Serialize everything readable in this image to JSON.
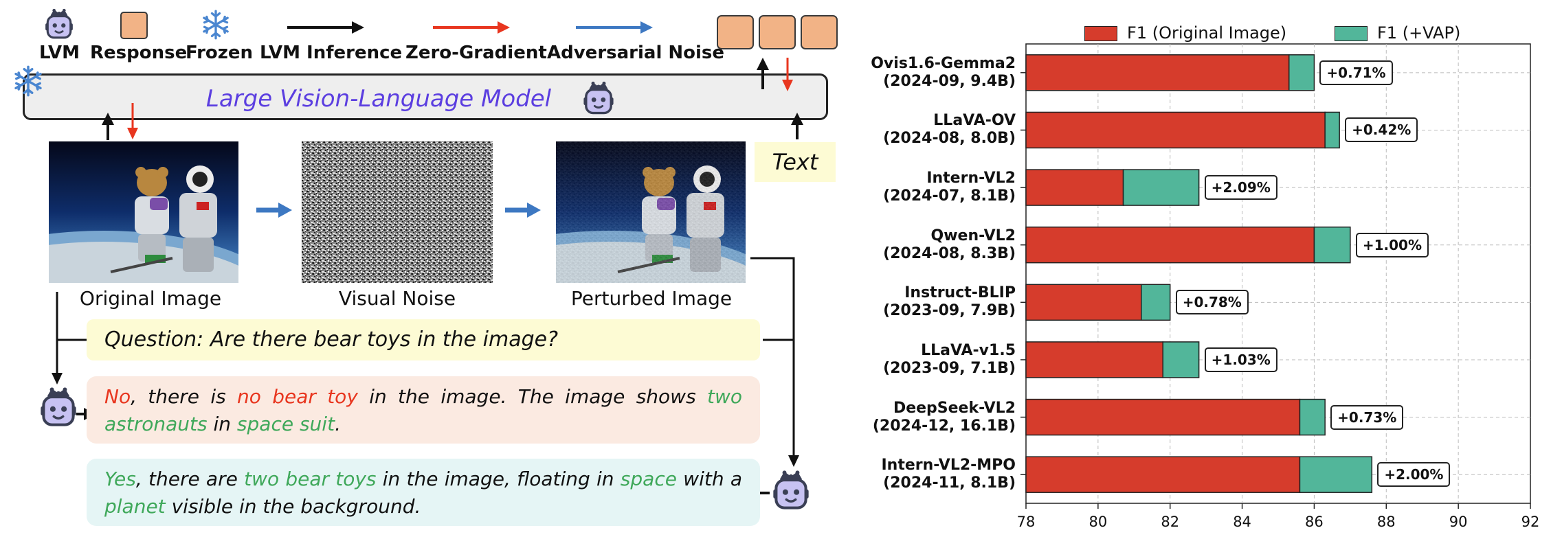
{
  "legend": {
    "lvm": "LVM",
    "response": "Response",
    "frozen": "Frozen",
    "inference": "LVM Inference",
    "zero_gradient": "Zero-Gradient",
    "adversarial": "Adversarial Noise"
  },
  "model_title": "Large Vision-Language Model",
  "text_label": "Text",
  "captions": {
    "original": "Original Image",
    "noise": "Visual Noise",
    "perturbed": "Perturbed Image"
  },
  "question": "Question: Are there bear toys in the image?",
  "answer_no": {
    "p1": "No",
    "p2": ", there is ",
    "p3": "no bear toy",
    "p4": " in the image. The image shows ",
    "p5": "two astronauts",
    "p6": " in ",
    "p7": "space suit",
    "p8": "."
  },
  "answer_yes": {
    "p1": "Yes",
    "p2": ", there are ",
    "p3": "two bear toys",
    "p4": " in the image, floating in ",
    "p5": "space",
    "p6": " with a ",
    "p7": "planet",
    "p8": " visible in the background."
  },
  "colors": {
    "original_bar": "#d63c2c",
    "vap_bar": "#52b69a",
    "inference_arrow": "#111111",
    "zero_grad_arrow": "#e8361f",
    "adv_arrow": "#3d78c2",
    "model_text": "#5b3ee0"
  },
  "chart_data": {
    "type": "bar",
    "orientation": "horizontal",
    "stacked": true,
    "legend": [
      "F1 (Original Image)",
      "F1 (+VAP)"
    ],
    "xlim": [
      78,
      92
    ],
    "xticks": [
      "78",
      "80",
      "82",
      "84",
      "86",
      "88",
      "90",
      "92"
    ],
    "grid": true,
    "legend_position": "top",
    "categories": [
      {
        "name": "Ovis1.6-Gemma2",
        "sub": "(2024-09, 9.4B)",
        "original": 85.3,
        "vap": 86.0,
        "delta": "+0.71%"
      },
      {
        "name": "LLaVA-OV",
        "sub": "(2024-08, 8.0B)",
        "original": 86.3,
        "vap": 86.7,
        "delta": "+0.42%"
      },
      {
        "name": "Intern-VL2",
        "sub": "(2024-07, 8.1B)",
        "original": 80.7,
        "vap": 82.8,
        "delta": "+2.09%"
      },
      {
        "name": "Qwen-VL2",
        "sub": "(2024-08, 8.3B)",
        "original": 86.0,
        "vap": 87.0,
        "delta": "+1.00%"
      },
      {
        "name": "Instruct-BLIP",
        "sub": "(2023-09, 7.9B)",
        "original": 81.2,
        "vap": 82.0,
        "delta": "+0.78%"
      },
      {
        "name": "LLaVA-v1.5",
        "sub": "(2023-09, 7.1B)",
        "original": 81.8,
        "vap": 82.8,
        "delta": "+1.03%"
      },
      {
        "name": "DeepSeek-VL2",
        "sub": "(2024-12, 16.1B)",
        "original": 85.6,
        "vap": 86.3,
        "delta": "+0.73%"
      },
      {
        "name": "Intern-VL2-MPO",
        "sub": "(2024-11, 8.1B)",
        "original": 85.6,
        "vap": 87.6,
        "delta": "+2.00%"
      }
    ]
  }
}
